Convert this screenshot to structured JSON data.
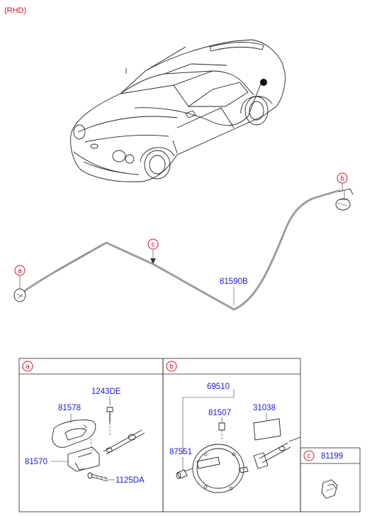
{
  "variant_label": "(RHD)",
  "callouts": {
    "a": "a",
    "b": "b",
    "c": "c"
  },
  "main_part": "81590B",
  "panel_a": {
    "letter": "a",
    "parts": {
      "p1243DE": "1243DE",
      "p81578": "81578",
      "p81570": "81570",
      "p1125DA": "1125DA"
    }
  },
  "panel_b": {
    "letter": "b",
    "parts": {
      "p69510": "69510",
      "p81507": "81507",
      "p31038": "31038",
      "p87551": "87551"
    }
  },
  "panel_c": {
    "letter": "c",
    "parts": {
      "p81199": "81199"
    }
  },
  "colors": {
    "callout": "#d0142b",
    "part_number": "#1a1ad6",
    "line": "#222222"
  }
}
